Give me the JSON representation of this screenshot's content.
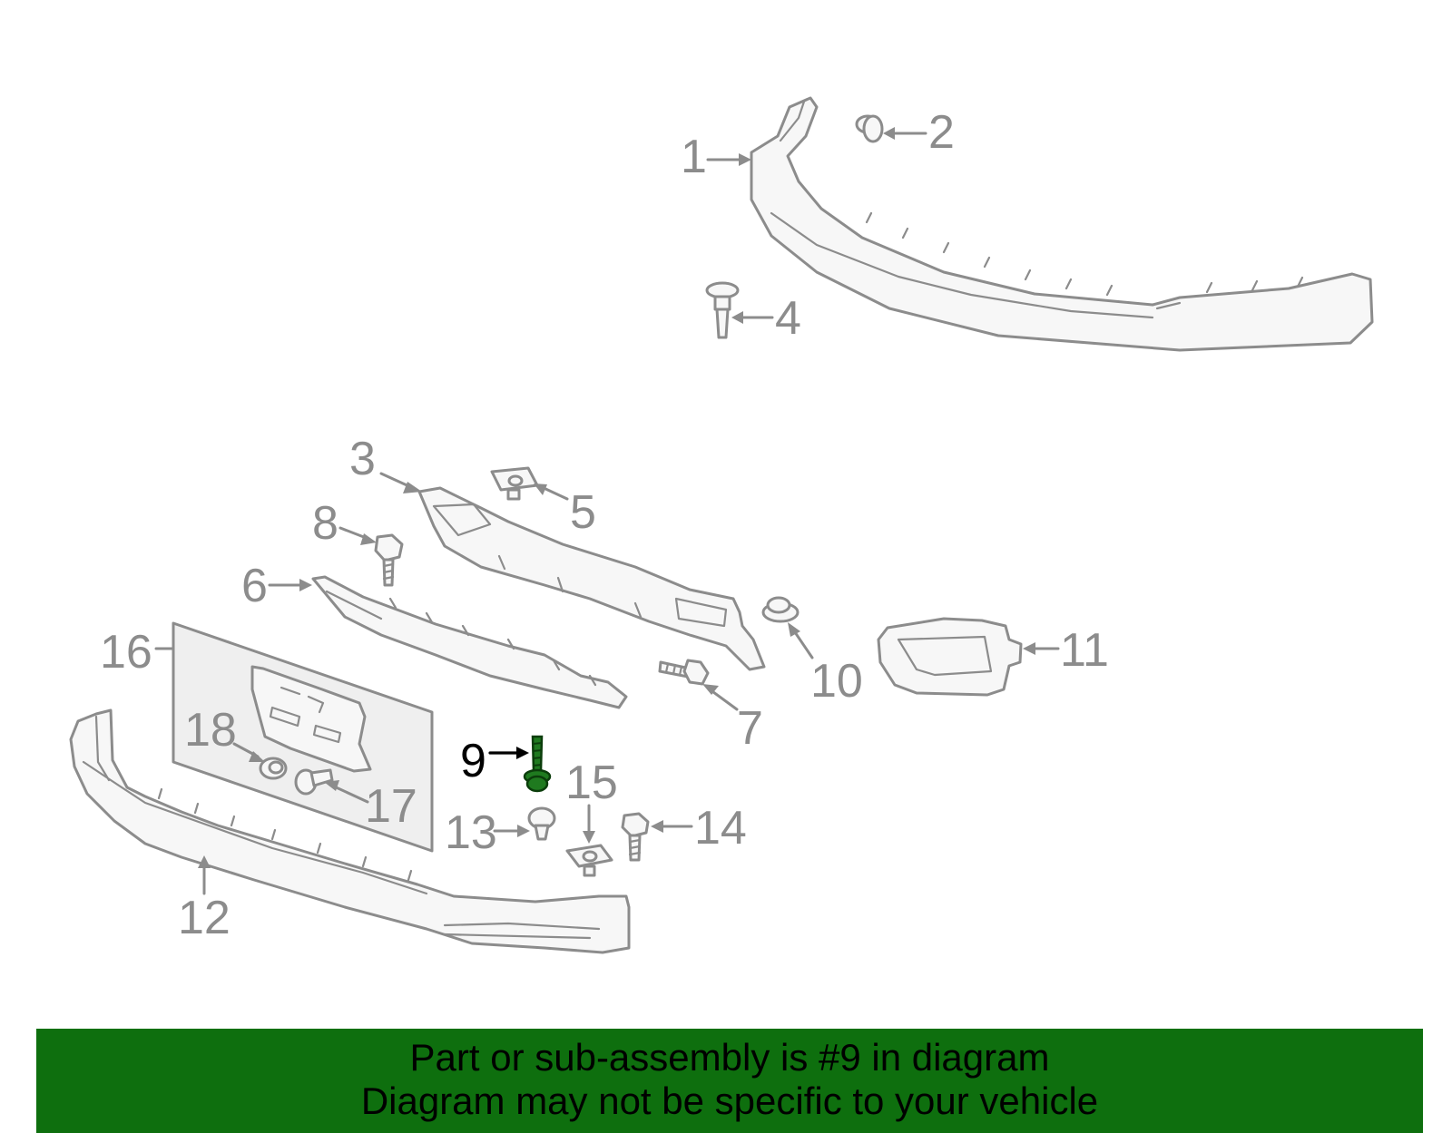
{
  "highlight_color": "#1f7a1f",
  "banner_color": "#0e6f0e",
  "callouts": {
    "c1": "1",
    "c2": "2",
    "c3": "3",
    "c4": "4",
    "c5": "5",
    "c6": "6",
    "c7": "7",
    "c8": "8",
    "c9": "9",
    "c10": "10",
    "c11": "11",
    "c12": "12",
    "c13": "13",
    "c14": "14",
    "c15": "15",
    "c16": "16",
    "c17": "17",
    "c18": "18"
  },
  "highlighted_part": "9",
  "banner": {
    "line1": "Part or sub-assembly is #9 in diagram",
    "line2": "Diagram may not be specific to your vehicle"
  }
}
